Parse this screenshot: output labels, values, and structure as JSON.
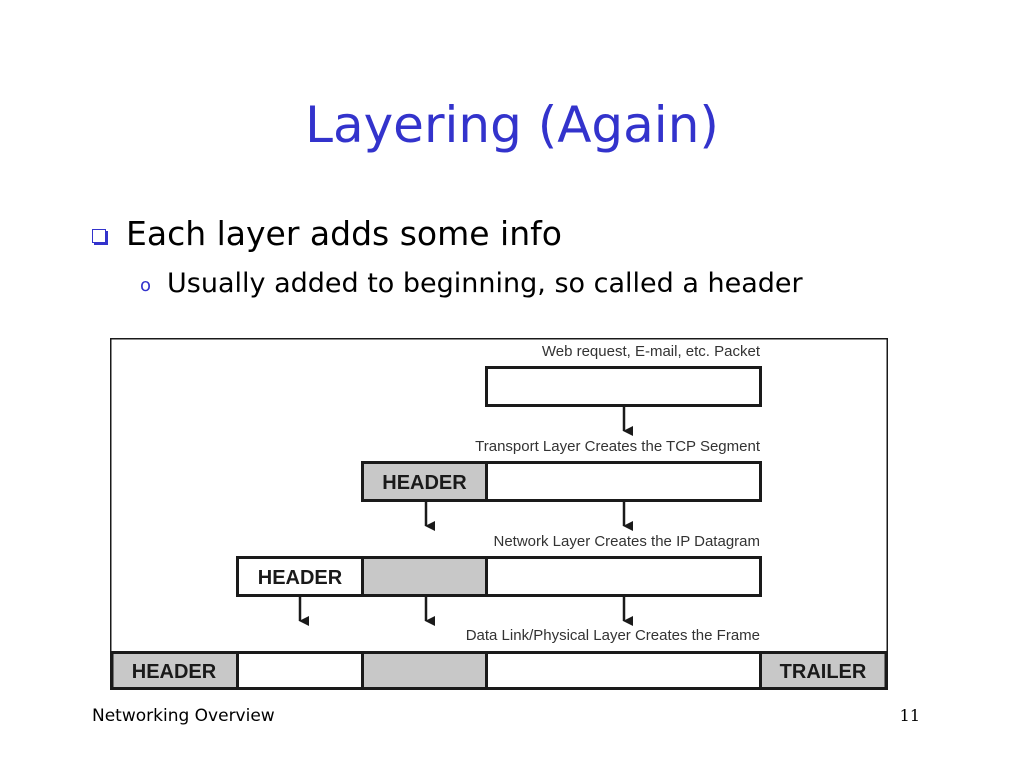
{
  "slide": {
    "title": "Layering (Again)",
    "bullets": [
      {
        "text": "Each layer adds some info"
      }
    ],
    "sub_bullets": [
      {
        "text": "Usually added to beginning, so called a header"
      }
    ],
    "footer": "Networking Overview",
    "page_number": "11"
  },
  "diagram": {
    "captions": {
      "packet": "Web request, E-mail, etc. Packet",
      "transport": "Transport Layer Creates the TCP Segment",
      "network": "Network Layer Creates the IP Datagram",
      "datalink": "Data Link/Physical Layer Creates the Frame"
    },
    "labels": {
      "header": "HEADER",
      "trailer": "TRAILER"
    }
  },
  "colors": {
    "title": "#3333cc",
    "bullet": "#3333cc",
    "header_fill": "#c8c8c8",
    "border": "#1a1a1a",
    "caption_text": "#333333"
  }
}
